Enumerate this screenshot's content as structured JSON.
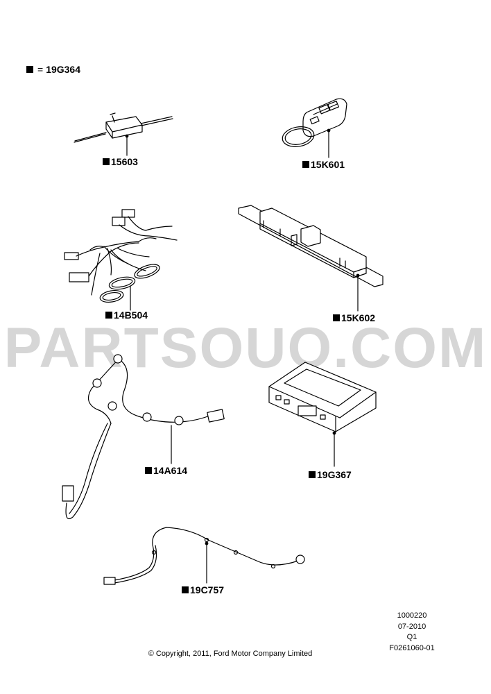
{
  "legend": {
    "symbol_meaning": "19G364",
    "equals": "="
  },
  "parts": [
    {
      "id": "15603"
    },
    {
      "id": "15K601"
    },
    {
      "id": "14B504"
    },
    {
      "id": "15K602"
    },
    {
      "id": "14A614"
    },
    {
      "id": "19G367"
    },
    {
      "id": "19C757"
    }
  ],
  "watermark": "PARTSOUQ.COM",
  "meta": {
    "code": "1000220",
    "date": "07-2010",
    "quarter": "Q1",
    "figure": "F0261060-01"
  },
  "copyright": "© Copyright, 2011, Ford Motor Company Limited"
}
